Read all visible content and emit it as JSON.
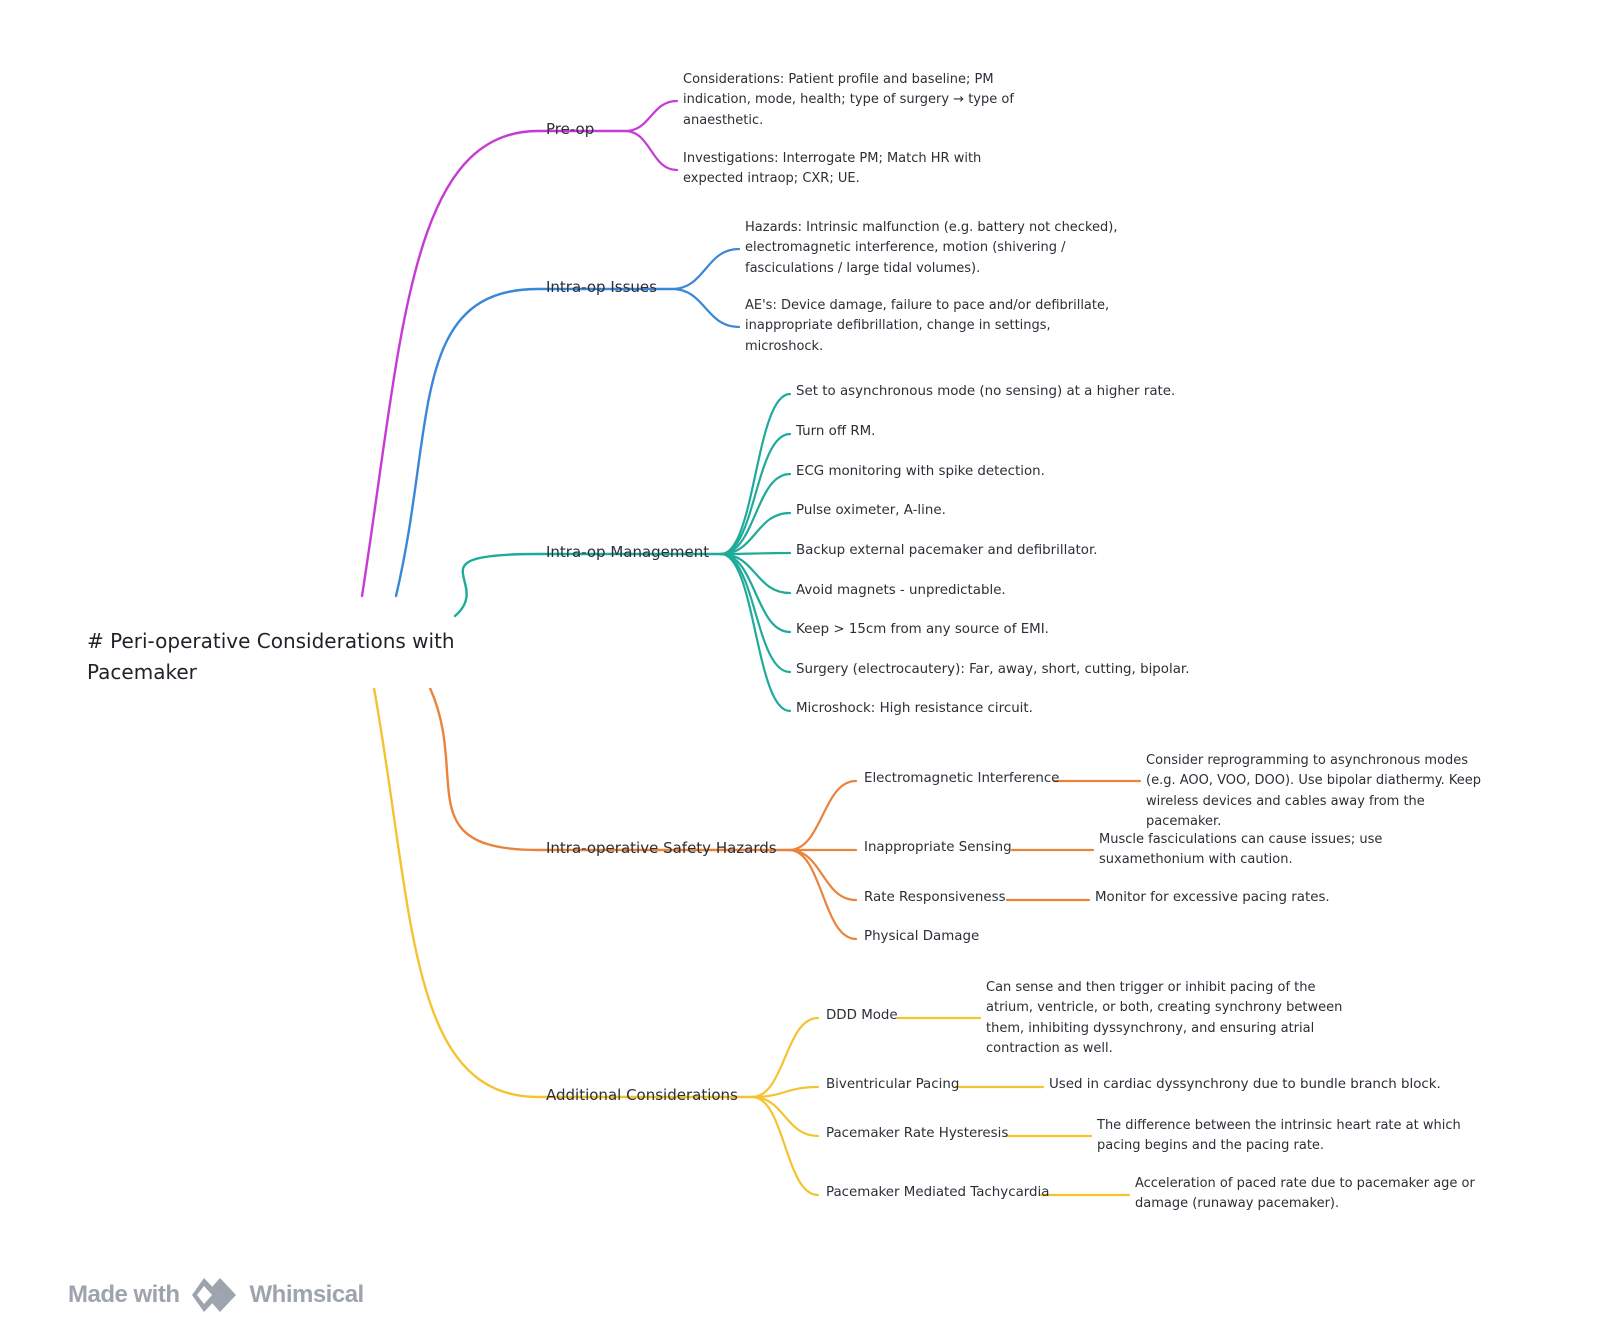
{
  "title": "# Peri-operative Considerations with Pacemaker",
  "branches": [
    {
      "label": "Pre-op",
      "color": "#c63ad6",
      "children": [
        {
          "text": "Considerations: Patient profile and baseline; PM indication, mode, health; type of surgery → type of anaesthetic."
        },
        {
          "text": "Investigations: Interrogate PM; Match HR with expected intraop; CXR; UE."
        }
      ]
    },
    {
      "label": "Intra-op Issues",
      "color": "#3a87d8",
      "children": [
        {
          "text": "Hazards: Intrinsic malfunction (e.g. battery not checked), electromagnetic interference, motion (shivering / fasciculations / large tidal volumes)."
        },
        {
          "text": "AE's: Device damage, failure to pace and/or defibrillate, inappropriate defibrillation, change in settings, microshock."
        }
      ]
    },
    {
      "label": "Intra-op Management",
      "color": "#1fab9a",
      "children": [
        {
          "text": "Set to asynchronous mode (no sensing) at a higher rate."
        },
        {
          "text": "Turn off RM."
        },
        {
          "text": "ECG monitoring with spike detection."
        },
        {
          "text": "Pulse oximeter, A-line."
        },
        {
          "text": "Backup external pacemaker and defibrillator."
        },
        {
          "text": "Avoid magnets - unpredictable."
        },
        {
          "text": "Keep > 15cm from any source of EMI."
        },
        {
          "text": "Surgery (electrocautery): Far, away, short, cutting, bipolar."
        },
        {
          "text": "Microshock: High resistance circuit."
        }
      ]
    },
    {
      "label": "Intra-operative Safety Hazards",
      "color": "#e8843c",
      "children": [
        {
          "text": "Electromagnetic Interference",
          "detail": "Consider reprogramming to asynchronous modes (e.g. AOO, VOO, DOO). Use bipolar diathermy. Keep wireless devices and cables away from the pacemaker."
        },
        {
          "text": "Inappropriate Sensing",
          "detail": "Muscle fasciculations can cause issues; use suxamethonium with caution."
        },
        {
          "text": "Rate Responsiveness",
          "detail": "Monitor for excessive pacing rates."
        },
        {
          "text": "Physical Damage"
        }
      ]
    },
    {
      "label": "Additional Considerations",
      "color": "#f4c430",
      "children": [
        {
          "text": "DDD Mode",
          "detail": "Can sense and then trigger or inhibit pacing of the atrium, ventricle, or both, creating synchrony between them, inhibiting dyssynchrony, and ensuring atrial contraction as well."
        },
        {
          "text": "Biventricular Pacing",
          "detail": "Used in cardiac dyssynchrony due to bundle branch block."
        },
        {
          "text": "Pacemaker Rate Hysteresis",
          "detail": "The difference between the intrinsic heart rate at which pacing begins and the pacing rate."
        },
        {
          "text": "Pacemaker Mediated Tachycardia",
          "detail": "Acceleration of paced rate due to pacemaker age or damage (runaway pacemaker)."
        }
      ]
    }
  ],
  "watermark": {
    "prefix": "Made with",
    "brand": "Whimsical",
    "color": "#9ea4ad"
  }
}
